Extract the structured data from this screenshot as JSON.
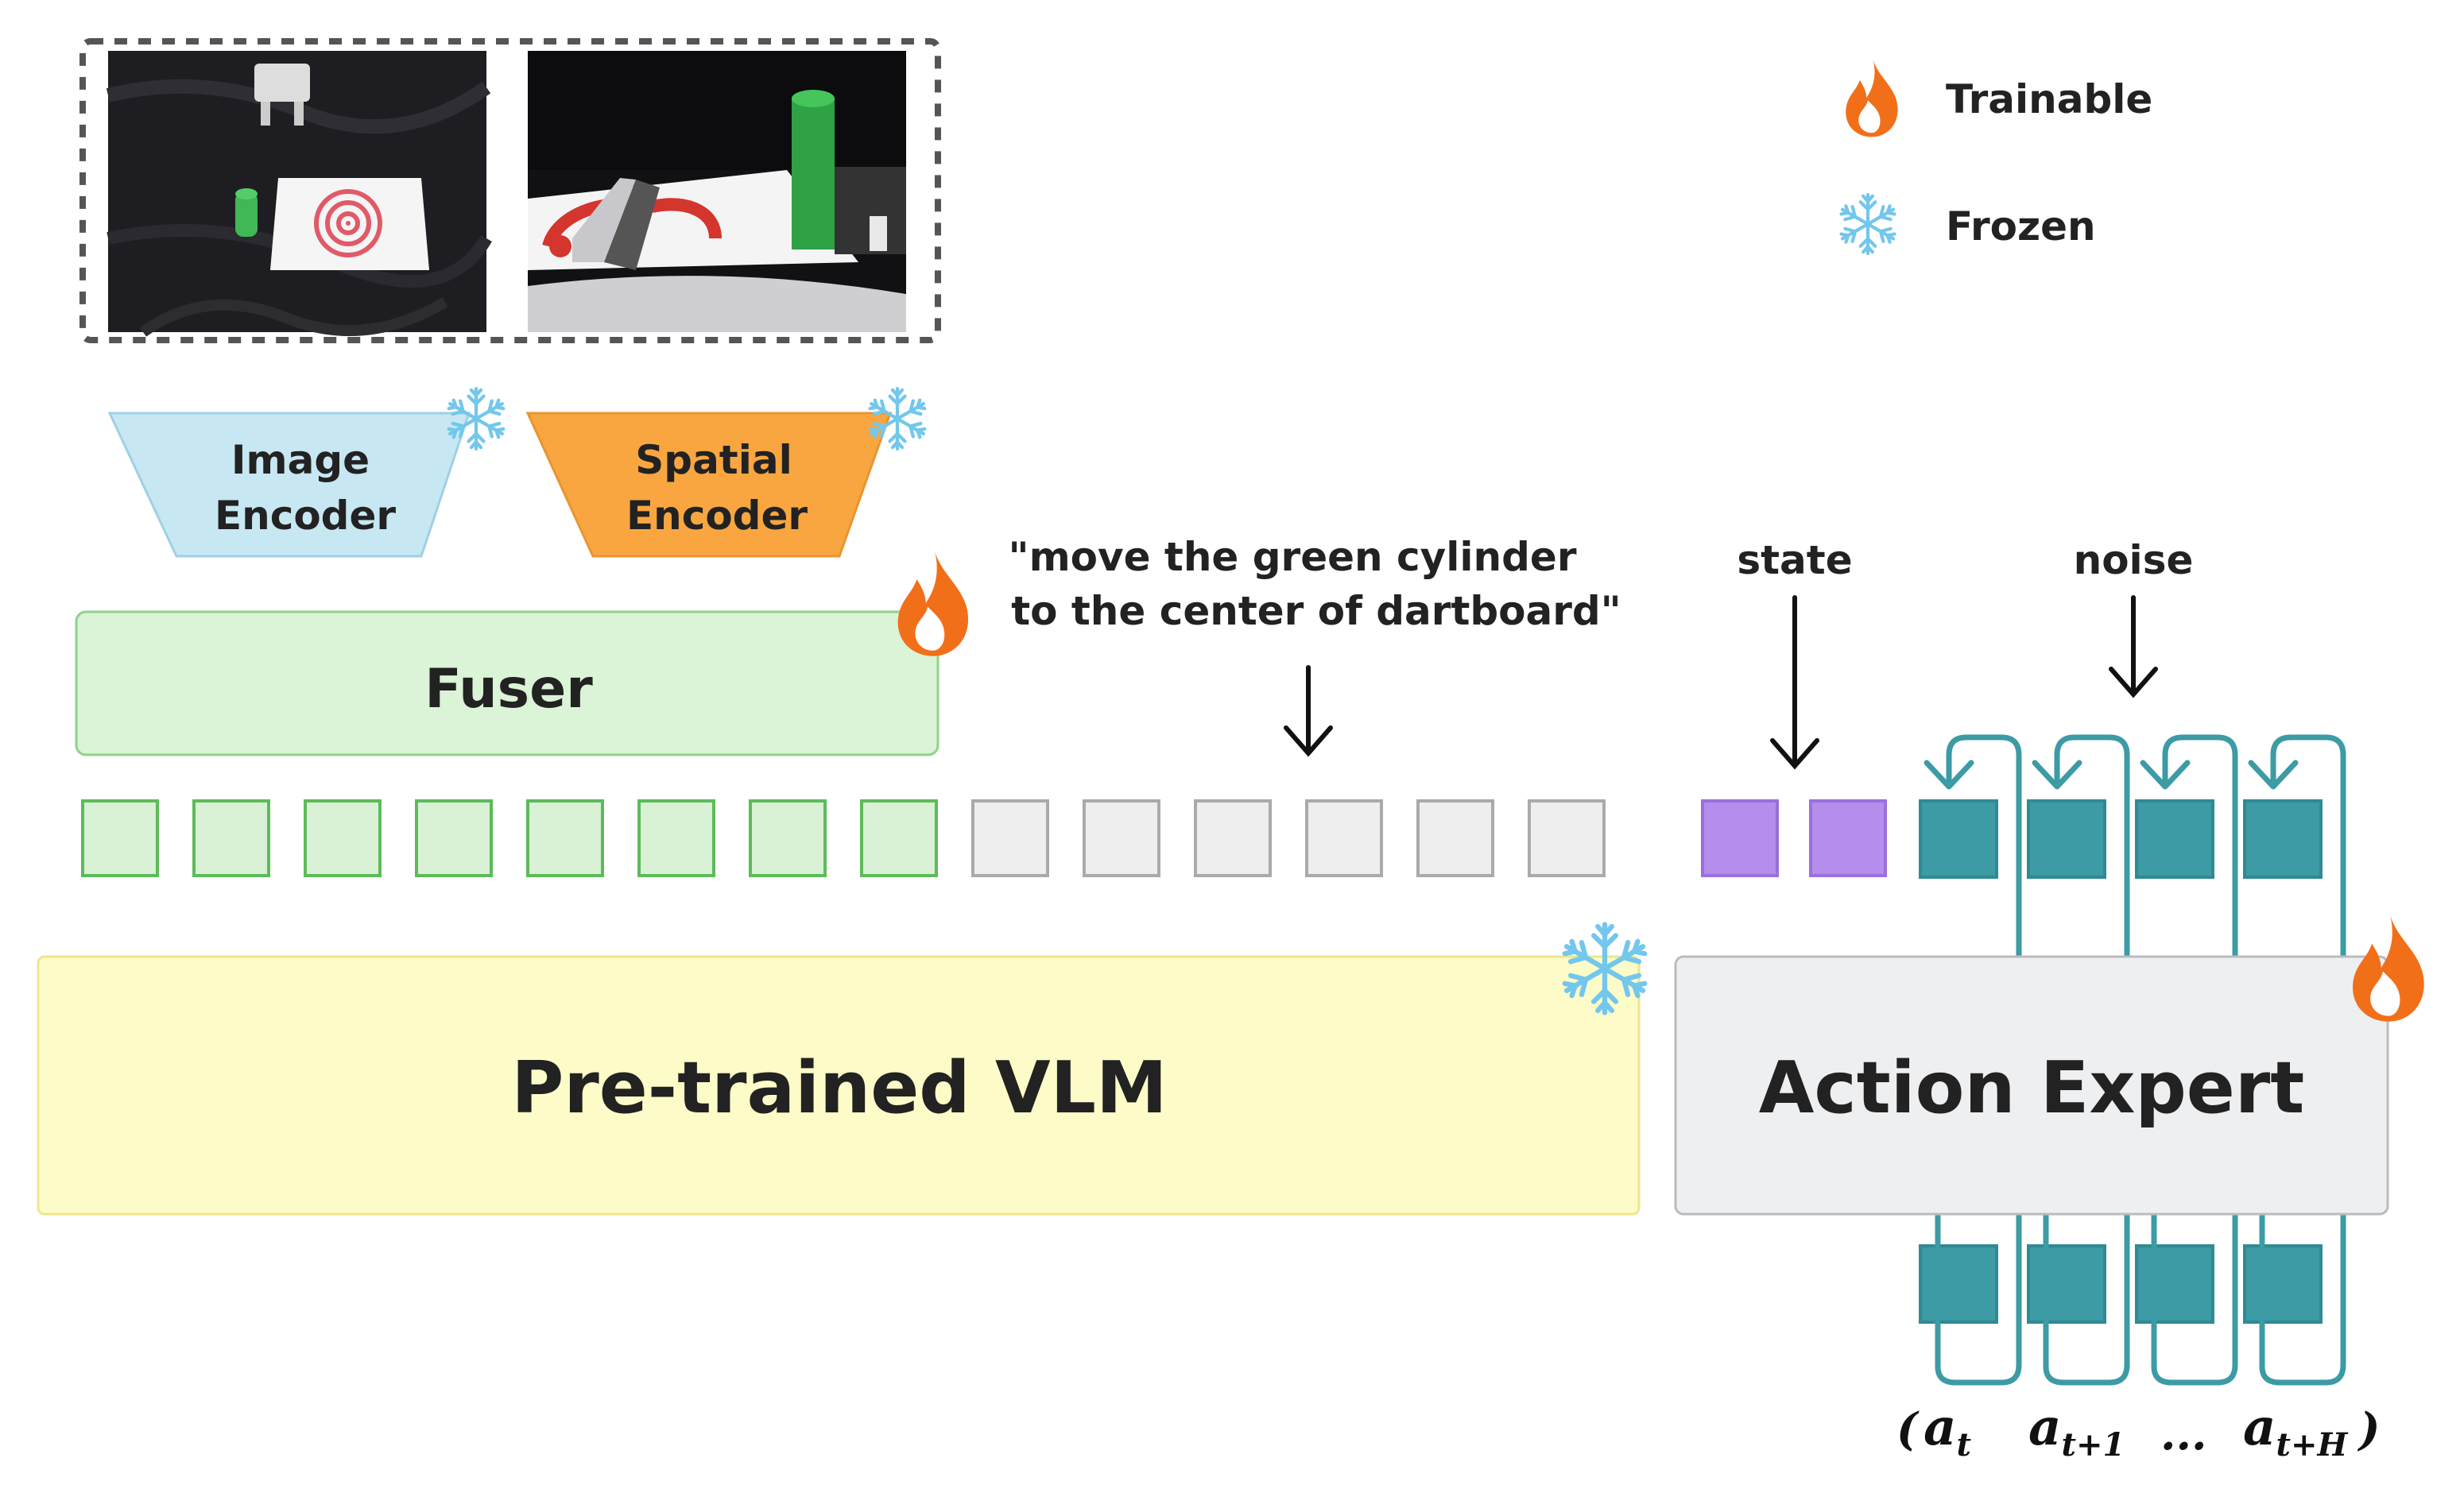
{
  "legend": {
    "trainable_label": "Trainable",
    "frozen_label": "Frozen"
  },
  "encoders": {
    "image": [
      "Image",
      "Encoder"
    ],
    "spatial": [
      "Spatial",
      "Encoder"
    ]
  },
  "fuser_label": "Fuser",
  "instruction": [
    "\"move the green cylinder",
    "to the center of dartboard\""
  ],
  "state_label": "state",
  "noise_label": "noise",
  "vlm_label": "Pre-trained VLM",
  "action_expert_label": "Action Expert",
  "action_sequence": {
    "open_paren": "(",
    "close_paren": ")",
    "ellipsis": "...",
    "items": [
      {
        "base": "a",
        "sub": "t"
      },
      {
        "base": "a",
        "sub": "t+1"
      },
      {
        "base": "a",
        "sub": "t+H"
      }
    ]
  },
  "tokens": {
    "fused_count": 8,
    "language_count": 6,
    "state_count": 2,
    "action_count": 4
  },
  "colors": {
    "image_encoder": "#c7e7f2",
    "spatial_encoder": "#f9a640",
    "fuser": "#dbf3d6",
    "fused_token": "#d9f1d5",
    "fused_token_stroke": "#5dbb5a",
    "language_token": "#eeeeef",
    "language_token_stroke": "#aaaaaa",
    "state_token": "#b48ded",
    "action_token": "#3c9ba5",
    "action_loop": "#3c9ba5",
    "vlm": "#fdfcc8",
    "action_expert": "#eeeff1",
    "flame": "#f26f1a",
    "snowflake": "#73c7ec"
  }
}
